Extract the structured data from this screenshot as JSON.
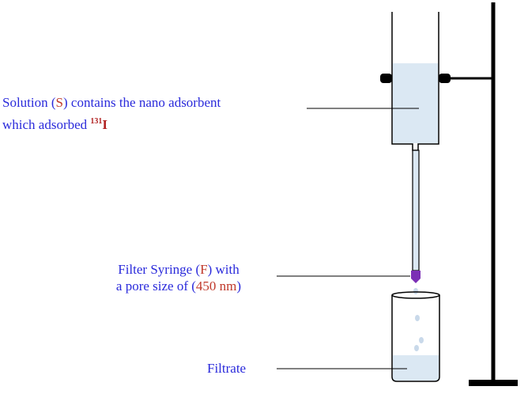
{
  "labels": {
    "solution": {
      "prefix": "Solution (",
      "symbol": "S",
      "suffix": ") contains the nano adsorbent",
      "line2_prefix": "which adsorbed ",
      "isotope_mass": "131",
      "isotope_element": "I"
    },
    "filter": {
      "prefix": "Filter Syringe (",
      "symbol": "F",
      "suffix": ") with",
      "line2_prefix": "a pore size of (",
      "pore_size": "450 nm",
      "line2_suffix": ")"
    },
    "filtrate": "Filtrate"
  },
  "colors": {
    "text": "#2a2adb",
    "highlight": "#c0392b",
    "liquid": "#dbe8f3",
    "stand": "#000000",
    "filter_tip": "#7b2fb5",
    "droplet": "#c9d9ea"
  }
}
